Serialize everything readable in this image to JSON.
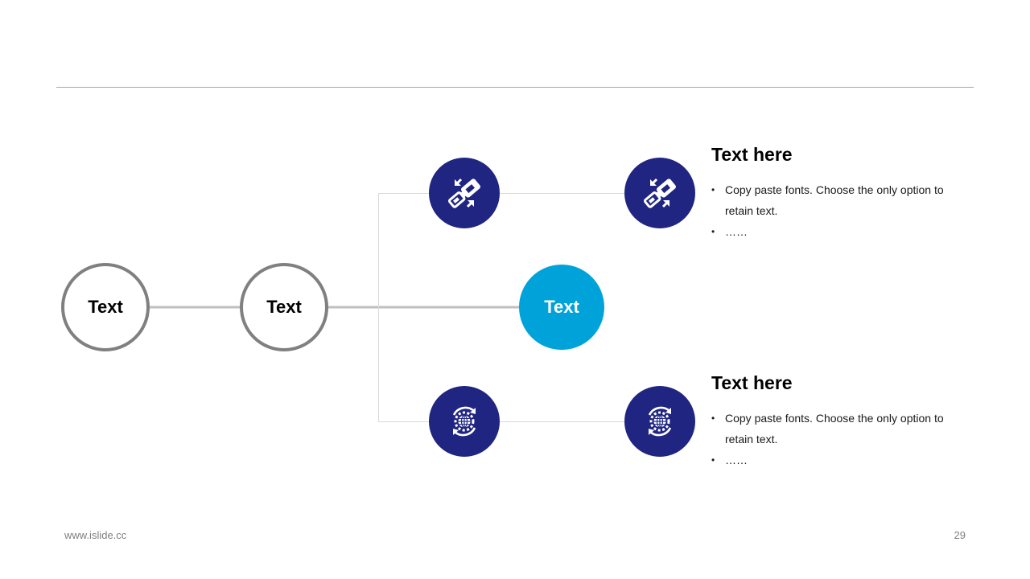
{
  "colors": {
    "rule": "#a6a6a6",
    "outline": "#808080",
    "connector": "#bfbfbf",
    "accent": "#00a3d9",
    "icon_fill": "#1f2580"
  },
  "nodes": {
    "first": {
      "label": "Text"
    },
    "second": {
      "label": "Text"
    },
    "center": {
      "label": "Text"
    }
  },
  "icons": {
    "top": "seatbelt-icon",
    "bottom": "globe-gear-cycle-icon"
  },
  "info_top": {
    "title": "Text here",
    "bullets": [
      "Copy paste fonts. Choose the only option to retain text.",
      "……"
    ]
  },
  "info_bottom": {
    "title": "Text here",
    "bullets": [
      "Copy paste fonts. Choose the only option to retain text.",
      "……"
    ]
  },
  "footer": {
    "url": "www.islide.cc",
    "page": "29"
  }
}
